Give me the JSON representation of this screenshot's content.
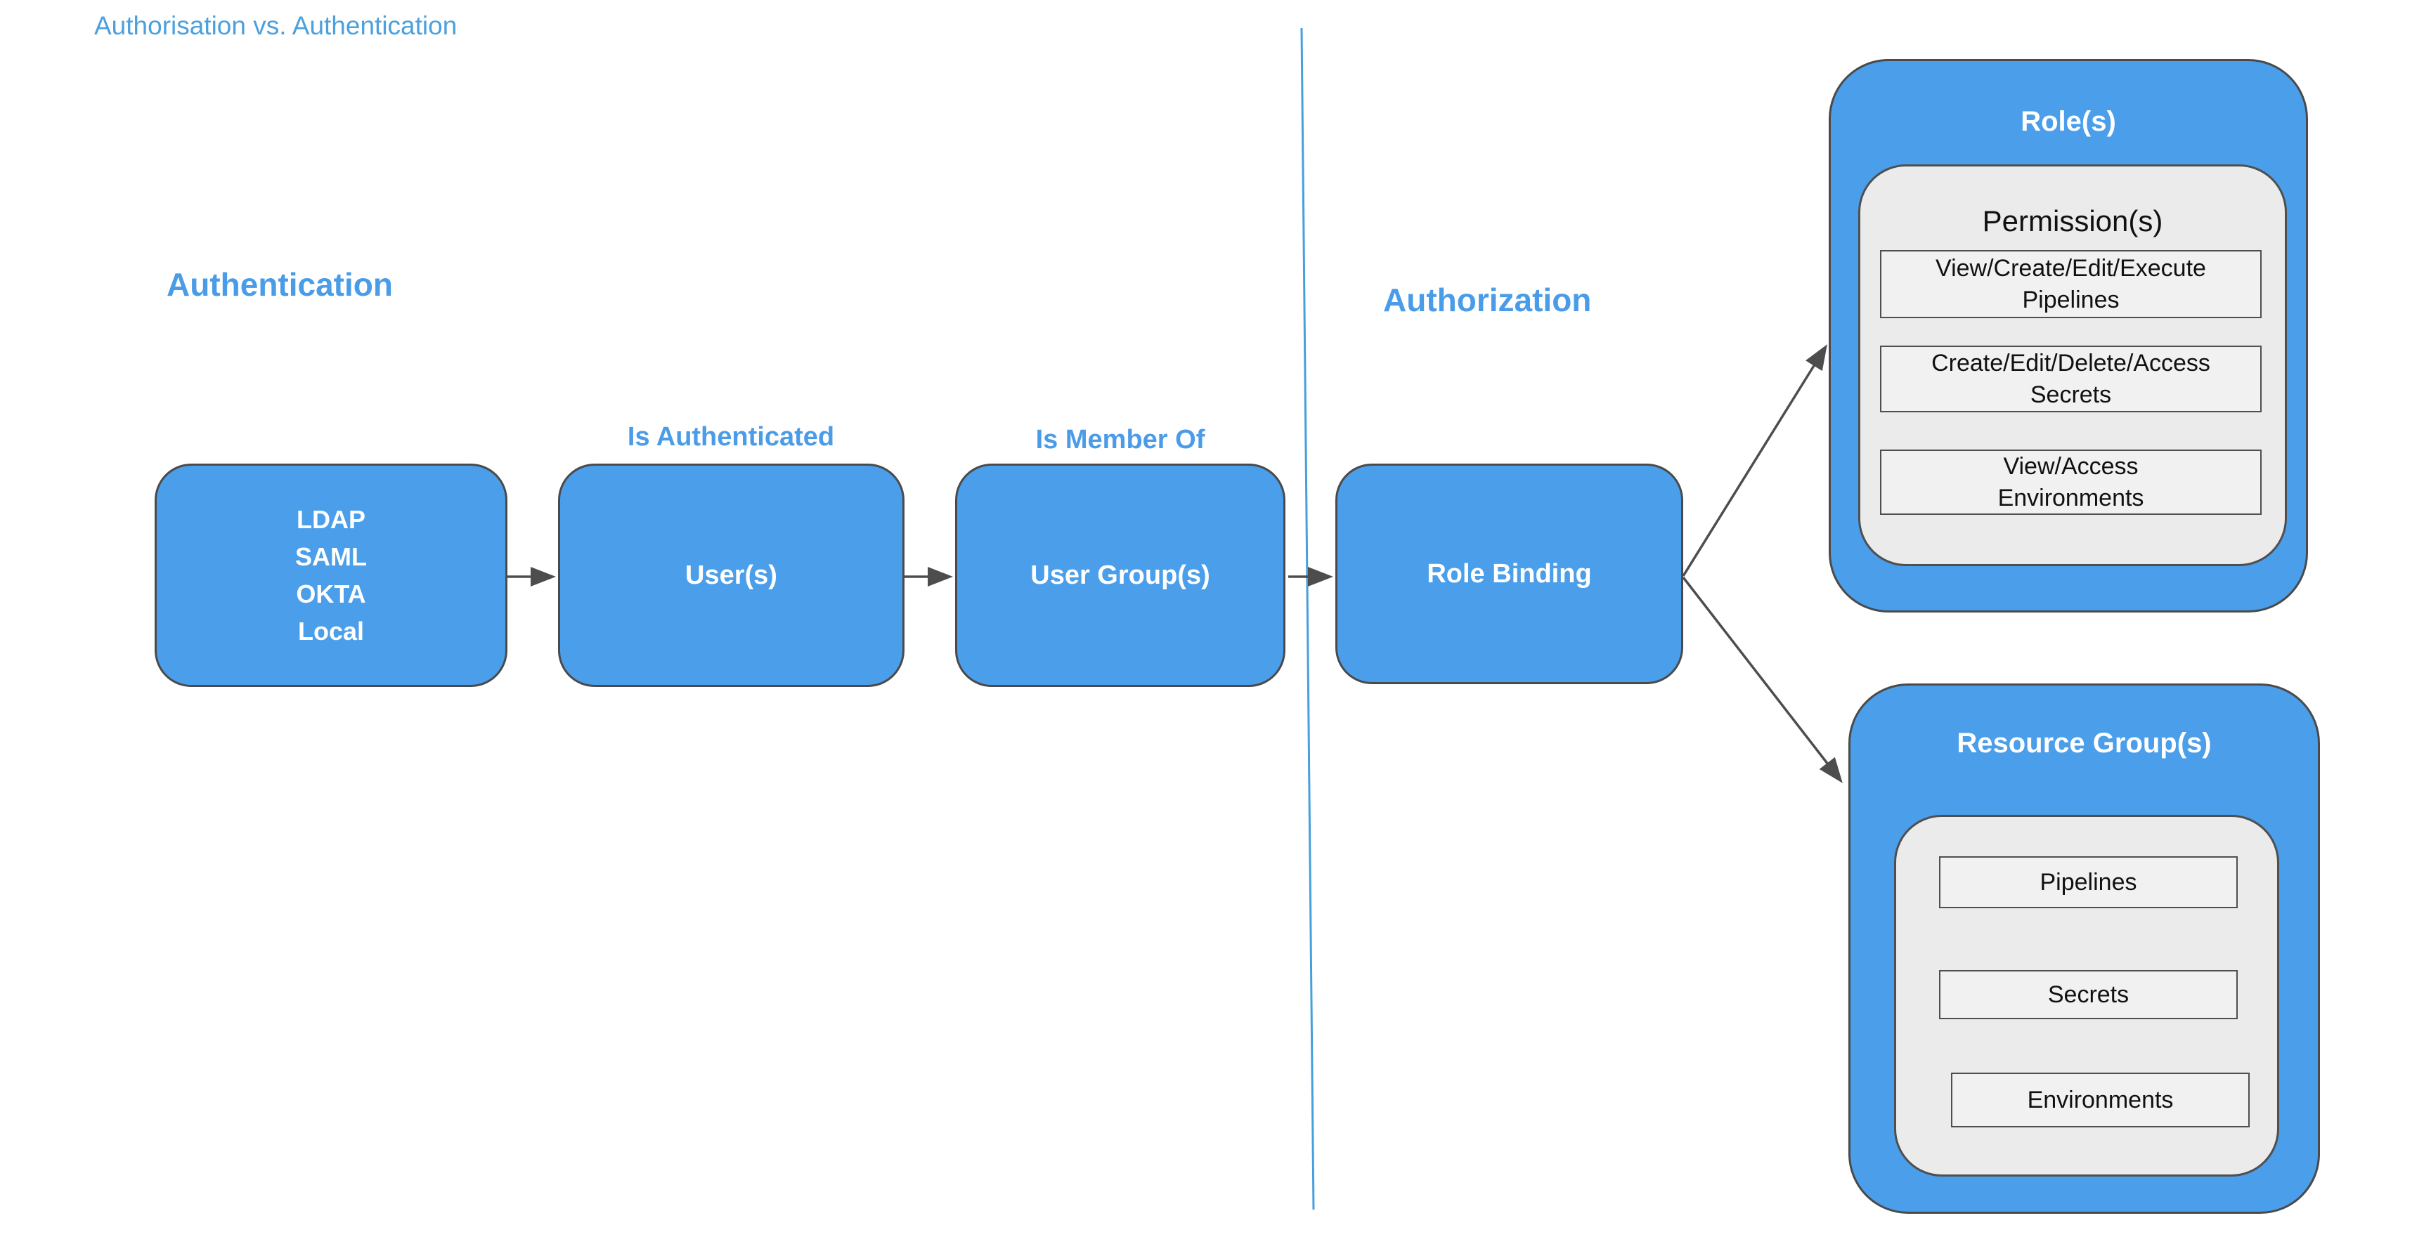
{
  "page": {
    "title": "Authorisation vs. Authentication"
  },
  "sections": {
    "authentication_heading": "Authentication",
    "authorization_heading": "Authorization"
  },
  "flow": {
    "identity_providers": "LDAP\nSAML\nOKTA\nLocal",
    "users": "User(s)",
    "user_groups": "User Group(s)",
    "role_binding": "Role Binding",
    "edge_is_authenticated": "Is Authenticated",
    "edge_is_member_of": "Is Member Of"
  },
  "roles": {
    "title": "Role(s)",
    "permissions_heading": "Permission(s)",
    "permissions": [
      "View/Create/Edit/Execute\nPipelines",
      "Create/Edit/Delete/Access\nSecrets",
      "View/Access\nEnvironments"
    ]
  },
  "resource_groups": {
    "title": "Resource Group(s)",
    "resources": [
      "Pipelines",
      "Secrets",
      "Environments"
    ]
  },
  "colors": {
    "node_fill": "#4A9EEA",
    "node_border": "#4A4A4A",
    "accent_text": "#4A9CE8",
    "panel_fill": "#EBEBEB",
    "item_fill": "#F1F1F1",
    "arrow": "#4D4D4D",
    "divider": "#46A0DC"
  }
}
